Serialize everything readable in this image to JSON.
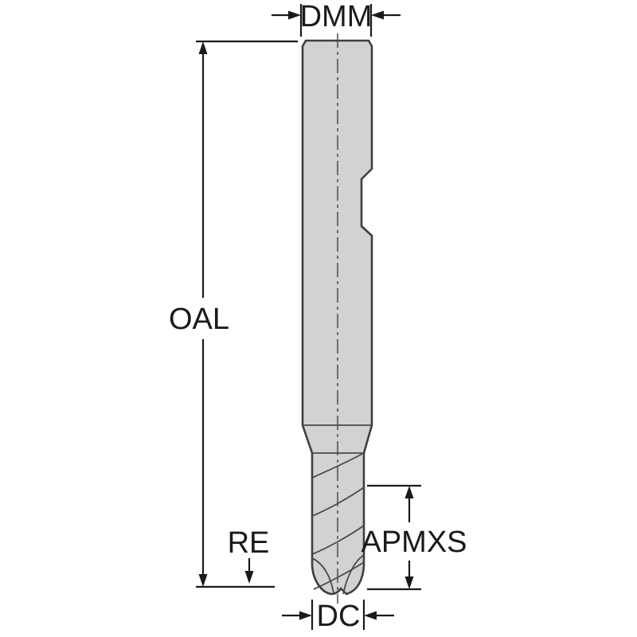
{
  "diagram": {
    "title": "End mill tool dimension drawing",
    "labels": {
      "dmm": "DMM",
      "oal": "OAL",
      "re": "RE",
      "apmxs": "APMXS",
      "dc": "DC"
    },
    "colors": {
      "background": "#ffffff",
      "tool_fill": "#d2d2d2",
      "tool_outline": "#3f3f3f",
      "dimension_line": "#1a1a1a",
      "centerline": "#4a4a4a"
    }
  }
}
